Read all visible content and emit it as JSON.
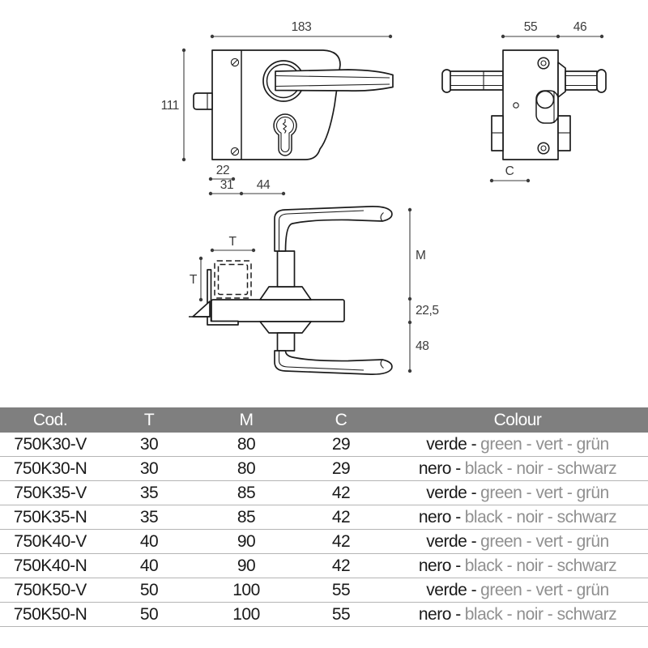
{
  "front_view": {
    "dim_width": "183",
    "dim_height": "111",
    "dim_a": "22",
    "dim_b": "31",
    "dim_c": "44"
  },
  "side_view": {
    "dim_depth": "55",
    "dim_handle": "46",
    "dim_c_label": "C"
  },
  "plan_view": {
    "dim_t_top": "T",
    "dim_t_left": "T",
    "dim_m": "M",
    "dim_center": "22,5",
    "dim_bottom": "48"
  },
  "table": {
    "headers": [
      "Cod.",
      "T",
      "M",
      "C",
      "Colour"
    ],
    "rows": [
      {
        "cod": "750K30-V",
        "t": "30",
        "m": "80",
        "c": "29",
        "colour_main": "verde -",
        "colour_alt": "green - vert - grün"
      },
      {
        "cod": "750K30-N",
        "t": "30",
        "m": "80",
        "c": "29",
        "colour_main": "nero -",
        "colour_alt": "black - noir - schwarz"
      },
      {
        "cod": "750K35-V",
        "t": "35",
        "m": "85",
        "c": "42",
        "colour_main": "verde -",
        "colour_alt": "green - vert - grün"
      },
      {
        "cod": "750K35-N",
        "t": "35",
        "m": "85",
        "c": "42",
        "colour_main": "nero -",
        "colour_alt": "black - noir - schwarz"
      },
      {
        "cod": "750K40-V",
        "t": "40",
        "m": "90",
        "c": "42",
        "colour_main": "verde -",
        "colour_alt": "green - vert - grün"
      },
      {
        "cod": "750K40-N",
        "t": "40",
        "m": "90",
        "c": "42",
        "colour_main": "nero -",
        "colour_alt": "black - noir - schwarz"
      },
      {
        "cod": "750K50-V",
        "t": "50",
        "m": "100",
        "c": "55",
        "colour_main": "verde -",
        "colour_alt": "green - vert - grün"
      },
      {
        "cod": "750K50-N",
        "t": "50",
        "m": "100",
        "c": "55",
        "colour_main": "nero -",
        "colour_alt": "black - noir - schwarz"
      }
    ]
  },
  "colors": {
    "header_bg": "#7f7f7f",
    "header_text": "#ffffff",
    "text": "#1a1a1a",
    "muted": "#909090",
    "line": "#1c1c1c",
    "dim": "#3c3c3c",
    "divider": "#b5b5b5"
  }
}
